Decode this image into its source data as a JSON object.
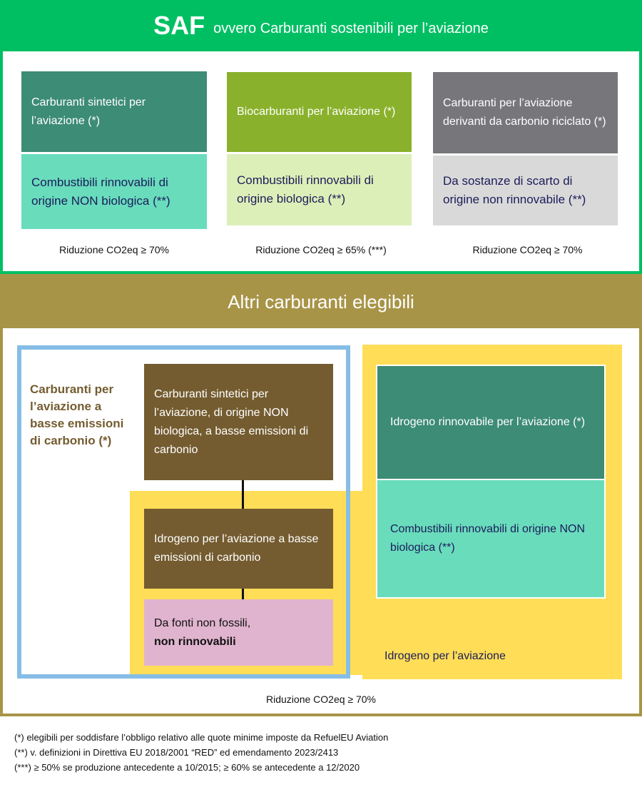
{
  "header": {
    "saf": "SAF",
    "subtitle": "ovvero Carburanti sostenibili per l’aviazione"
  },
  "saf_columns": [
    {
      "top": "Carburanti sintetici per l’aviazione (*)",
      "bottom": "Combustibili rinnovabili di origine NON biologica (**)",
      "reduction": "Riduzione CO2eq ≥ 70%"
    },
    {
      "top": "Biocarburanti per l’aviazione (*)",
      "bottom": "Combustibili rinnovabili di origine biologica (**)",
      "reduction": "Riduzione CO2eq ≥ 65% (***)"
    },
    {
      "top": "Carburanti per l’aviazione derivanti da carbonio riciclato (*)",
      "bottom": "Da sostanze di scarto di origine non rinnovabile (**)",
      "reduction": "Riduzione CO2eq ≥ 70%"
    }
  ],
  "others": {
    "title": "Altri carburanti elegibili",
    "low_carbon_label": "Carburanti per l’aviazione a basse emissioni di carbonio (*)",
    "synthetic_low": "Carburanti sintetici per l’aviazione, di origine NON biologica, a basse emissioni di carbonio",
    "hydrogen_low": "Idrogeno per l’aviazione a basse emissioni di carbonio",
    "non_fossil_1": "Da fonti non fossili,",
    "non_fossil_2": "non rinnovabili",
    "renewable_h2": "Idrogeno rinnovabile per l’aviazione (*)",
    "rfnbo": "Combustibili rinnovabili di origine NON biologica (**)",
    "hydrogen_label": "Idrogeno per l’aviazione",
    "reduction": "Riduzione CO2eq ≥  70%"
  },
  "footnotes": [
    "(*) elegibili per soddisfare l’obbligo relativo alle quote minime imposte da RefuelEU Aviation",
    "(**) v. definizioni in Direttiva EU 2018/2001 “RED” ed emendamento 2023/2413",
    "(***)  ≥ 50% se produzione antecedente a 10/2015;  ≥ 60% se antecedente a 12/2020"
  ]
}
